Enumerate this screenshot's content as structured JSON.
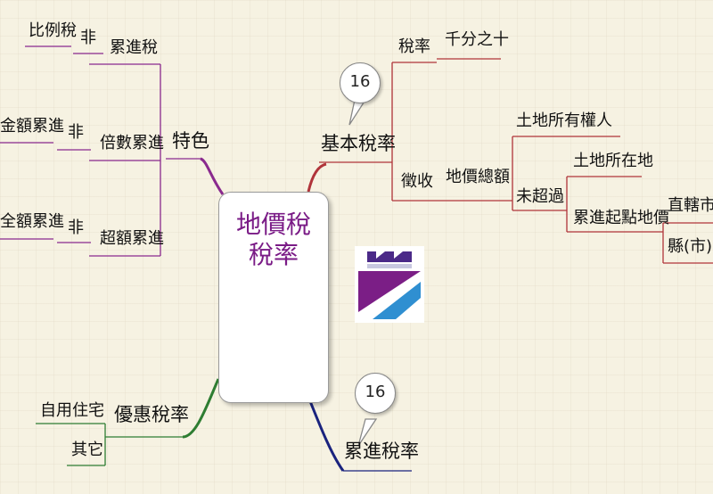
{
  "center": {
    "line1": "地價稅",
    "line2": "稅率"
  },
  "nodes": {
    "features": "特色",
    "progressive_tax": "累進稅",
    "non_1": "非",
    "proportional_tax": "比例稅",
    "multiple_progressive": "倍數累進",
    "non_2": "非",
    "full_amount_progressive_1": "金額累進",
    "excess_progressive": "超額累進",
    "non_3": "非",
    "full_amount_progressive_2": "全額累進",
    "basic_rate": "基本稅率",
    "tax_rate": "稅率",
    "per_mille_ten": "千分之十",
    "levy": "徵收",
    "land_value_total": "地價總額",
    "landowner": "土地所有權人",
    "not_exceeding": "未超過",
    "land_location": "土地所在地",
    "progressive_start_value": "累進起點地價",
    "municipality": "直轄市",
    "county_city": "縣(市)",
    "preferential_rate": "優惠稅率",
    "self_use_residence": "自用住宅",
    "others": "其它",
    "progressive_rate": "累進稅率"
  },
  "badges": {
    "basic_rate_page": "16",
    "progressive_rate_page": "16"
  },
  "colors": {
    "center_text": "#7a1b86",
    "branch_features": "#7a1b86",
    "branch_basic": "#c0282d",
    "branch_preferential": "#2e7d32",
    "branch_progressive": "#1a237e"
  }
}
